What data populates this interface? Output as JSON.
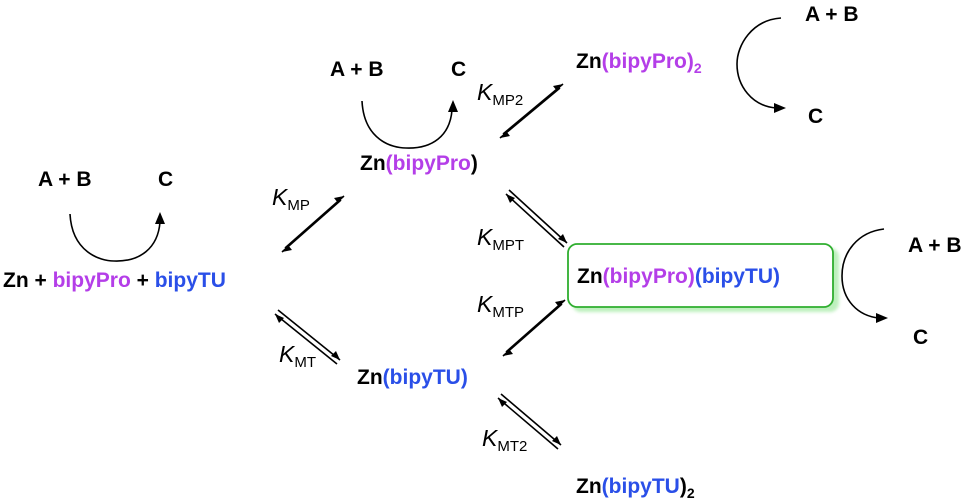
{
  "colors": {
    "black": "#000000",
    "bipyPro": "#b43ee8",
    "bipyTU": "#2a4fe8",
    "highlight_border": "#2fae2f",
    "highlight_shadow": "#bdf0bd"
  },
  "reaction": {
    "reactants_label": "A + B",
    "product_label": "C"
  },
  "species": {
    "start": {
      "zn": "Zn",
      "plus1": " + ",
      "pro": "bipyPro",
      "plus2": " + ",
      "tu": "bipyTU"
    },
    "zn_pro": {
      "zn": "Zn",
      "open": "(",
      "pro": "bipyPro",
      "close": ")"
    },
    "zn_pro2": {
      "zn": "Zn",
      "open": "(",
      "pro": "bipyPro",
      "close": ")",
      "sub": "2"
    },
    "zn_tu": {
      "zn": "Zn",
      "open": "(",
      "tu": "bipyTU",
      "close": ")"
    },
    "zn_tu2": {
      "zn": "Zn",
      "open": "(",
      "tu": "bipyTU",
      "close": ")",
      "sub": "2"
    },
    "zn_pro_tu": {
      "zn": "Zn",
      "pro": "(bipyPro)",
      "tu": "(bipyTU)"
    }
  },
  "equilibria": {
    "MP": {
      "k": "K",
      "sub": "MP"
    },
    "MT": {
      "k": "K",
      "sub": "MT"
    },
    "MP2": {
      "k": "K",
      "sub": "MP2"
    },
    "MPT": {
      "k": "K",
      "sub": "MPT"
    },
    "MTP": {
      "k": "K",
      "sub": "MTP"
    },
    "MT2": {
      "k": "K",
      "sub": "MT2"
    }
  }
}
